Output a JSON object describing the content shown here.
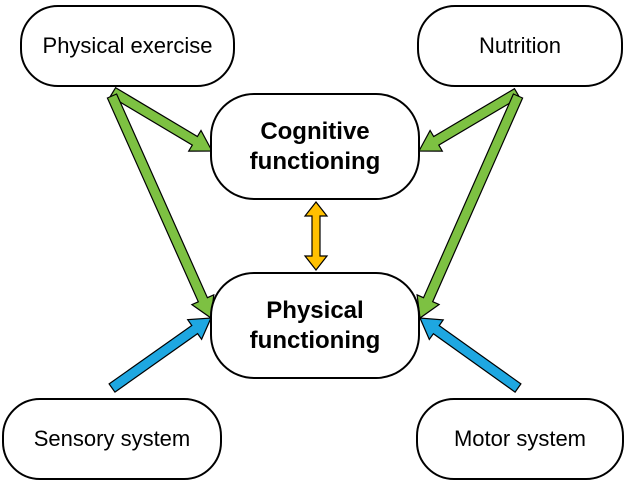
{
  "nodes": {
    "physical_exercise": "Physical exercise",
    "nutrition": "Nutrition",
    "cognitive_functioning_line1": "Cognitive",
    "cognitive_functioning_line2": "functioning",
    "physical_functioning_line1": "Physical",
    "physical_functioning_line2": "functioning",
    "sensory_system": "Sensory system",
    "motor_system": "Motor system"
  },
  "colors": {
    "green_arrow": "#7dc142",
    "blue_arrow": "#1ea7e1",
    "orange_arrow": "#ffc000",
    "stroke": "#000000",
    "node_fill": "#ffffff"
  },
  "edges": [
    {
      "from": "physical_exercise",
      "to": "cognitive_functioning",
      "color": "green"
    },
    {
      "from": "physical_exercise",
      "to": "physical_functioning",
      "color": "green"
    },
    {
      "from": "nutrition",
      "to": "cognitive_functioning",
      "color": "green"
    },
    {
      "from": "nutrition",
      "to": "physical_functioning",
      "color": "green"
    },
    {
      "from": "sensory_system",
      "to": "physical_functioning",
      "color": "blue"
    },
    {
      "from": "motor_system",
      "to": "physical_functioning",
      "color": "blue"
    },
    {
      "from": "cognitive_functioning",
      "to": "physical_functioning",
      "color": "orange",
      "bidirectional": true
    }
  ]
}
